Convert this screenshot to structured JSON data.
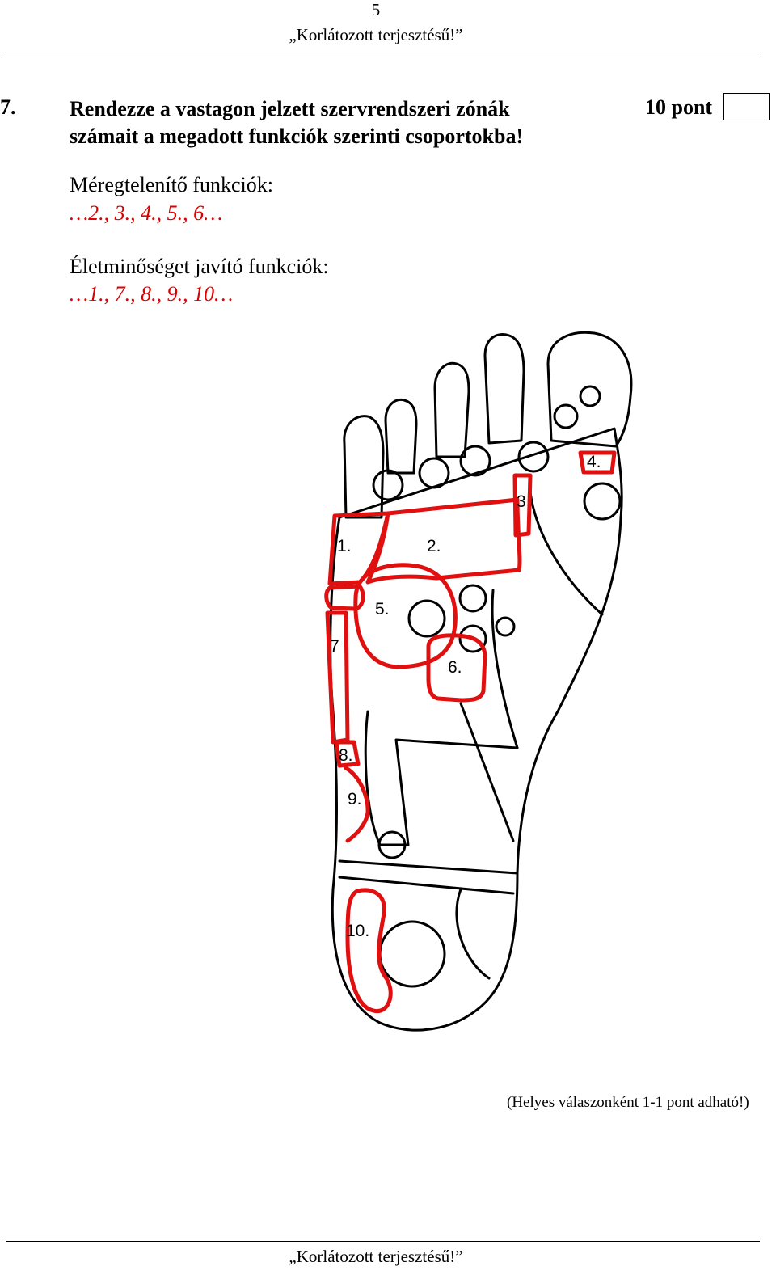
{
  "page": {
    "number": "5",
    "header": "„Korlátozott terjesztésű!”",
    "footer": "„Korlátozott terjesztésű!”"
  },
  "question": {
    "number": "7.",
    "text_line1": "Rendezze a vastagon jelzett szervrendszeri zónák",
    "text_line2": "számait a megadott funkciók szerinti csoportokba!",
    "points": "10 pont"
  },
  "groups": [
    {
      "label": "Méregtelenítő funkciók:",
      "answer": "…2., 3., 4., 5., 6…"
    },
    {
      "label": "Életminőséget javító funkciók:",
      "answer": "…1., 7., 8., 9., 10…"
    }
  ],
  "figure": {
    "zone_labels": [
      "1.",
      "2.",
      "3",
      "4.",
      "5.",
      "6.",
      "7",
      "8.",
      "9.",
      "10."
    ],
    "highlight_color": "#e01010"
  },
  "note": "(Helyes válaszonként 1-1 pont adható!)"
}
